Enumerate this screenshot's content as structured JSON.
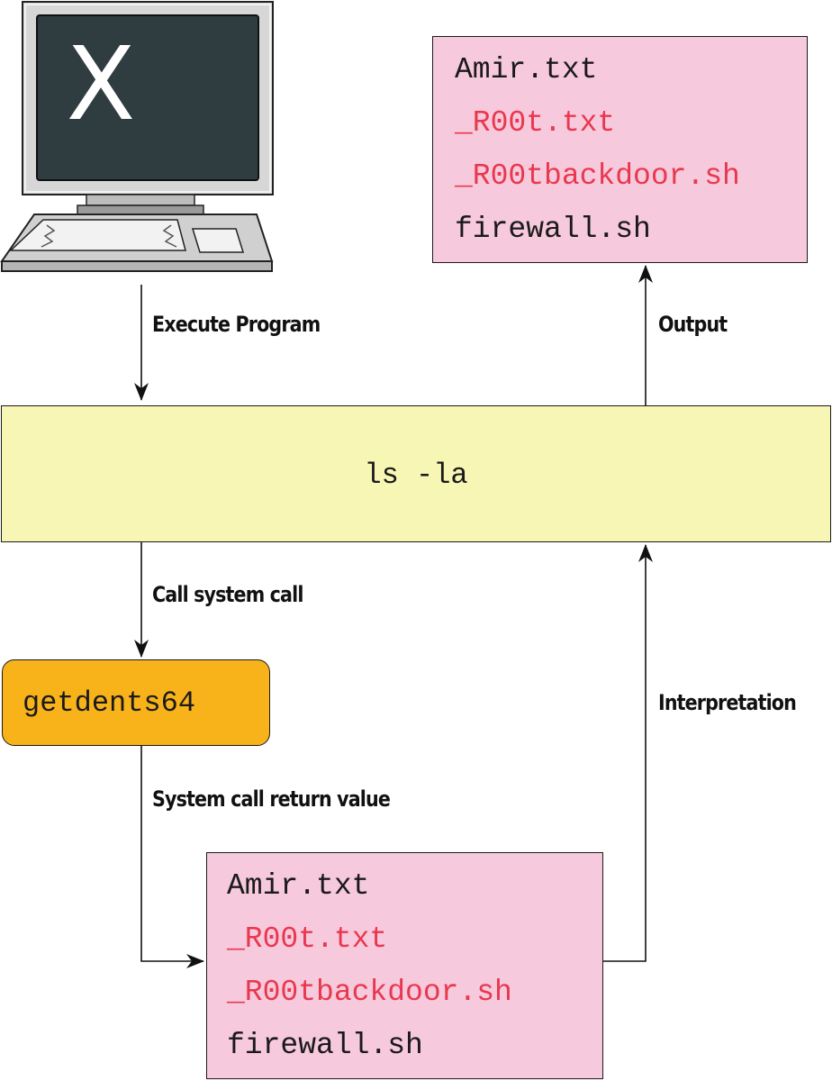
{
  "computer": {
    "screen_glyph": "X"
  },
  "command": {
    "text": "ls -la"
  },
  "syscall": {
    "name": "getdents64"
  },
  "labels": {
    "execute": "Execute Program",
    "call": "Call system call",
    "return_value": "System call return value",
    "interpretation": "Interpretation",
    "output": "Output"
  },
  "output_files": [
    {
      "name": "Amir.txt",
      "hidden": false
    },
    {
      "name": "_R00t.txt",
      "hidden": true
    },
    {
      "name": "_R00tbackdoor.sh",
      "hidden": true
    },
    {
      "name": "firewall.sh",
      "hidden": false
    }
  ],
  "return_files": [
    {
      "name": "Amir.txt",
      "hidden": false
    },
    {
      "name": "_R00t.txt",
      "hidden": true
    },
    {
      "name": "_R00tbackdoor.sh",
      "hidden": true
    },
    {
      "name": "firewall.sh",
      "hidden": false
    }
  ],
  "colors": {
    "command_fill": "#f7f6b5",
    "syscall_fill": "#f9b31a",
    "file_box_fill": "#f7c9dc",
    "hidden_file_text": "#e8384f",
    "screen": "#2f3d40",
    "computer_body": "#d7d7d7"
  }
}
